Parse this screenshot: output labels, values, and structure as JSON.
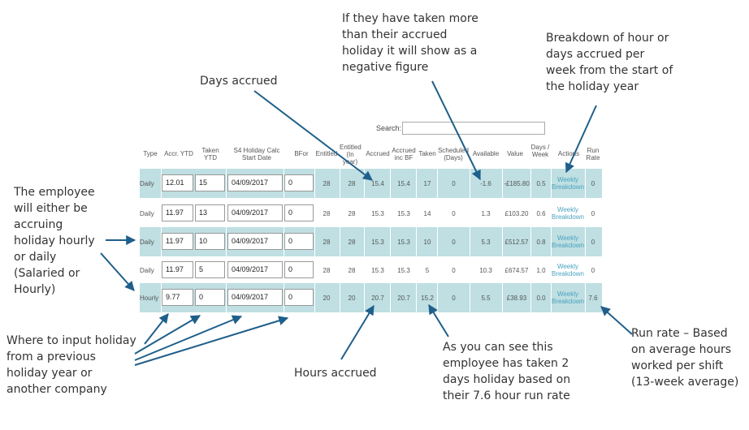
{
  "search": {
    "label": "Search:",
    "value": ""
  },
  "columns": [
    "Type",
    "Accr. YTD",
    "Taken YTD",
    "S4 Holiday Calc Start Date",
    "BFor",
    "Entitled",
    "Entitled (In year)",
    "Accrued",
    "Accrued inc BF",
    "Taken",
    "Scheduled (Days)",
    "Available",
    "Value",
    "Days / Week",
    "Actions",
    "Run Rate"
  ],
  "rows": [
    {
      "type": "Daily",
      "accr_ytd": "12.01",
      "taken_ytd": "15",
      "start_date": "04/09/2017",
      "bfor": "0",
      "entitled": "28",
      "entitled_in_year": "28",
      "accrued": "15.4",
      "accrued_inc_bf": "15.4",
      "taken": "17",
      "scheduled": "0",
      "available": "-1.6",
      "value": "-£185.80",
      "days_week": "0.5",
      "action": "Weekly Breakdown",
      "run_rate": "0"
    },
    {
      "type": "Daily",
      "accr_ytd": "11.97",
      "taken_ytd": "13",
      "start_date": "04/09/2017",
      "bfor": "0",
      "entitled": "28",
      "entitled_in_year": "28",
      "accrued": "15.3",
      "accrued_inc_bf": "15.3",
      "taken": "14",
      "scheduled": "0",
      "available": "1.3",
      "value": "£103.20",
      "days_week": "0.6",
      "action": "Weekly Breakdown",
      "run_rate": "0"
    },
    {
      "type": "Daily",
      "accr_ytd": "11.97",
      "taken_ytd": "10",
      "start_date": "04/09/2017",
      "bfor": "0",
      "entitled": "28",
      "entitled_in_year": "28",
      "accrued": "15.3",
      "accrued_inc_bf": "15.3",
      "taken": "10",
      "scheduled": "0",
      "available": "5.3",
      "value": "£512.57",
      "days_week": "0.8",
      "action": "Weekly Breakdown",
      "run_rate": "0"
    },
    {
      "type": "Daily",
      "accr_ytd": "11.97",
      "taken_ytd": "5",
      "start_date": "04/09/2017",
      "bfor": "0",
      "entitled": "28",
      "entitled_in_year": "28",
      "accrued": "15.3",
      "accrued_inc_bf": "15.3",
      "taken": "5",
      "scheduled": "0",
      "available": "10.3",
      "value": "£674.57",
      "days_week": "1.0",
      "action": "Weekly Breakdown",
      "run_rate": "0"
    },
    {
      "type": "Hourly",
      "accr_ytd": "9.77",
      "taken_ytd": "0",
      "start_date": "04/09/2017",
      "bfor": "0",
      "entitled": "20",
      "entitled_in_year": "20",
      "accrued": "20.7",
      "accrued_inc_bf": "20.7",
      "taken": "15.2",
      "scheduled": "0",
      "available": "5.5",
      "value": "£38.93",
      "days_week": "0.0",
      "action": "Weekly Breakdown",
      "run_rate": "7.6"
    }
  ],
  "annotations": {
    "days_accrued": "Days accrued",
    "negative_figure": "If they have taken more than their accrued holiday it will show as a negative figure",
    "breakdown": "Breakdown of hour or days accrued per week from the start of the holiday year",
    "employee_type": "The employee will either be accruing holiday hourly or daily (Salaried or Hourly)",
    "input_holiday": "Where to input holiday from a previous holiday year or another company",
    "hours_accrued": "Hours accrued",
    "taken_note": "As you can see this employee has taken 2 days holiday based on their 7.6 hour run rate",
    "run_rate": "Run rate – Based on average hours worked per shift (13-week average)"
  },
  "colors": {
    "row_shade": "#bfdfe2",
    "link": "#4aa3bf",
    "arrow": "#1f5f8b"
  }
}
